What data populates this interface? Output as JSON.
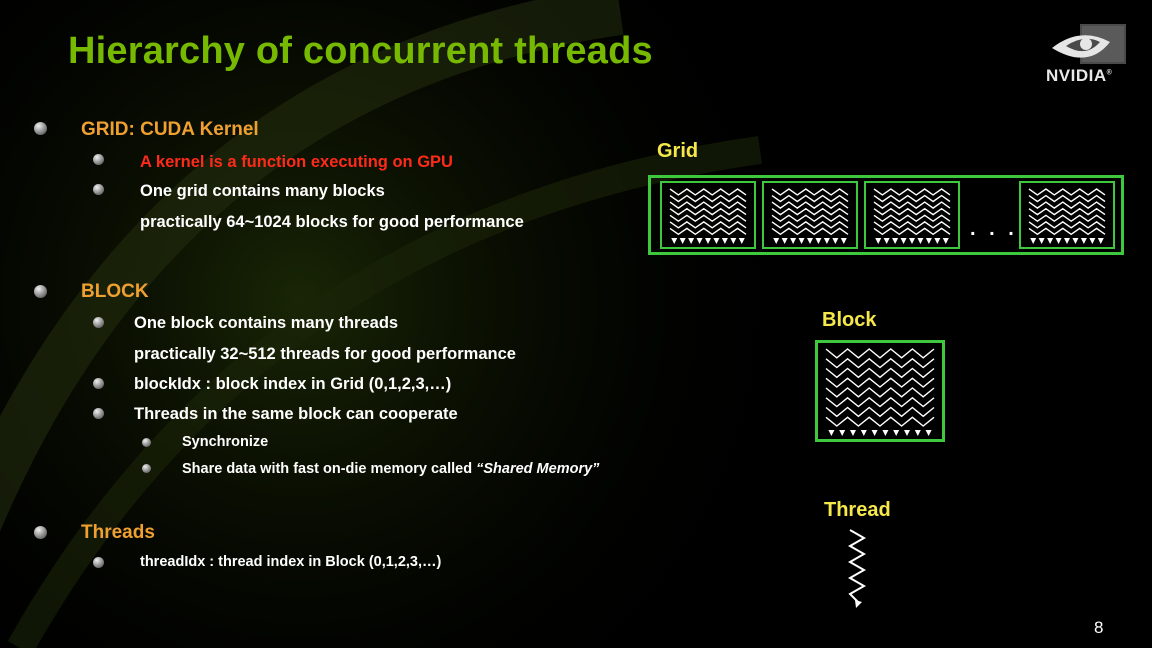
{
  "slide": {
    "title": "Hierarchy of concurrent threads",
    "brand": "NVIDIA",
    "page_number": "8"
  },
  "grid_section": {
    "heading": "GRID: CUDA Kernel",
    "items": [
      "A kernel is a function executing on GPU",
      "One grid contains many blocks",
      "practically 64~1024 blocks for good performance"
    ]
  },
  "block_section": {
    "heading": "BLOCK",
    "items": [
      "One block contains many threads",
      "practically 32~512 threads for good performance",
      "blockIdx : block index in Grid (0,1,2,3,…)",
      "Threads in the same block can cooperate"
    ],
    "sub_items": [
      "Synchronize",
      "Share data with fast on-die memory called ",
      "“Shared Memory”"
    ]
  },
  "thread_section": {
    "heading": "Threads",
    "items": [
      "threadIdx : thread index in Block (0,1,2,3,…)"
    ]
  },
  "diagram": {
    "grid_label": "Grid",
    "block_label": "Block",
    "thread_label": "Thread",
    "ellipsis": ". . .",
    "colors": {
      "frame": "#3ec83e",
      "label": "#f6e84a"
    }
  },
  "colors": {
    "title": "#76b900",
    "heading": "#f0a030",
    "highlight": "#ff2a1a"
  }
}
